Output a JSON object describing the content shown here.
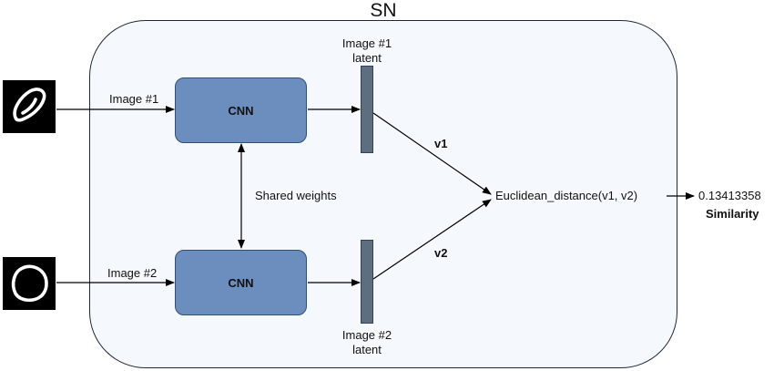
{
  "title": "SN",
  "inputs": [
    {
      "label": "Image #1"
    },
    {
      "label": "Image #2"
    }
  ],
  "cnn": {
    "top": "CNN",
    "bottom": "CNN"
  },
  "shared": "Shared weights",
  "latent": {
    "top": [
      "Image #1",
      "latent"
    ],
    "bottom": [
      "Image #2",
      "latent"
    ]
  },
  "vectors": {
    "v1": "v1",
    "v2": "v2"
  },
  "distance": "Euclidean_distance(v1, v2)",
  "output": {
    "value": "0.13413358",
    "label": "Similarity"
  },
  "colors": {
    "cnn_fill": "#6c8ebf",
    "latent_fill": "#5c6e80",
    "frame_fill": "#f5f9fd"
  }
}
